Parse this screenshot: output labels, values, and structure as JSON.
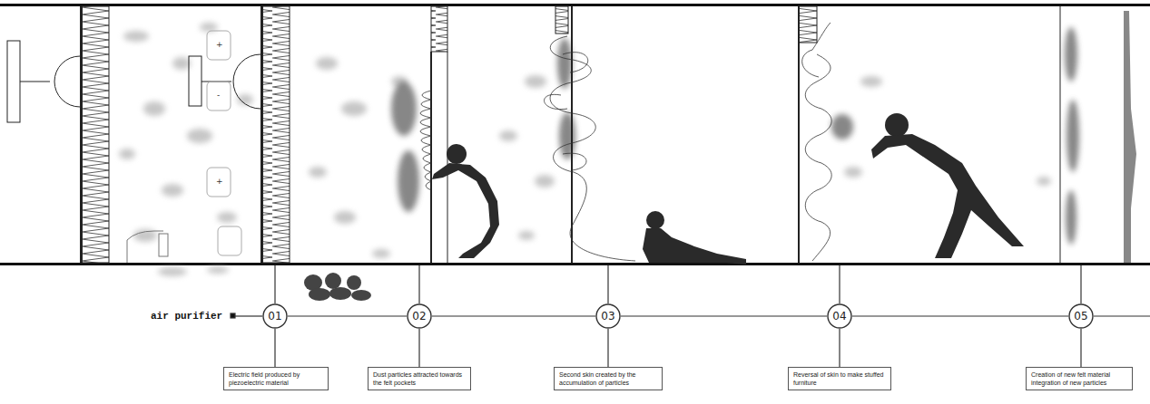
{
  "diagram": {
    "nodes": [
      {
        "text": [
          "01"
        ]
      },
      {
        "text": [
          "Electric field produced by piezoelectric material"
        ]
      },
      {
        "text": [
          "02"
        ]
      },
      {
        "text": [
          "Dust particles attracted towards the felt pockets"
        ]
      },
      {
        "text": [
          "03"
        ]
      },
      {
        "text": [
          "Second skin created by the accumulation of particles"
        ]
      },
      {
        "text": [
          "04"
        ]
      },
      {
        "text": [
          "Reversal of skin to make stuffed furniture"
        ]
      },
      {
        "text": [
          "05"
        ]
      },
      {
        "text": [
          "Creation of new felt material integration of new particles"
        ]
      }
    ],
    "edges": [
      {
        "from": 0,
        "to": 1,
        "arrow": "none"
      },
      {
        "from": 0,
        "to": 2,
        "arrow": "none"
      },
      {
        "from": 2,
        "to": 3,
        "arrow": "none"
      },
      {
        "from": 2,
        "to": 4,
        "arrow": "none"
      },
      {
        "from": 4,
        "to": 5,
        "arrow": "none"
      },
      {
        "from": 4,
        "to": 6,
        "arrow": "none"
      },
      {
        "from": 6,
        "to": 7,
        "arrow": "none"
      },
      {
        "from": 6,
        "to": 8,
        "arrow": "none"
      },
      {
        "from": 8,
        "to": 9,
        "arrow": "none"
      }
    ],
    "labels": [
      "air purifier",
      "+",
      "-",
      "+"
    ]
  }
}
